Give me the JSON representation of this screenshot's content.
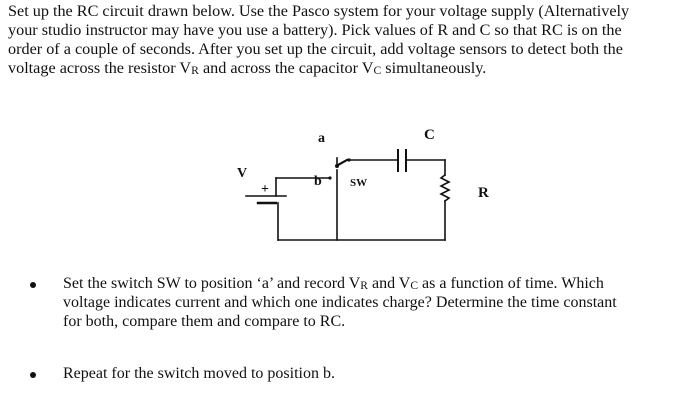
{
  "intro": {
    "lines": [
      "Set up the RC circuit drawn below. Use the Pasco system for your voltage supply (Alternatively",
      "your studio instructor may have you use a battery). Pick values of R and C so that RC is on the",
      "order of a couple of seconds. After you set up the circuit, add voltage sensors to detect both the"
    ],
    "line4_prefix": "voltage across the resistor V",
    "line4_sub_r": "R",
    "line4_mid": " and across the capacitor V",
    "line4_sub_c": "C",
    "line4_suffix": " simultaneously."
  },
  "circuit": {
    "label_a": "a",
    "label_b": "b",
    "label_sw": "SW",
    "label_c": "C",
    "label_v": "V",
    "label_plus": "+",
    "label_r": "R"
  },
  "bullets": {
    "item1": {
      "part1": "Set the switch SW to position ‘a’ and record V",
      "sub1": "R",
      "part2": " and V",
      "sub2": "C",
      "part3": " as a function of time. Which",
      "line2": "voltage indicates current and which one indicates charge?  Determine the time constant",
      "line3": "for both, compare them and compare to RC."
    },
    "item2": {
      "text": "Repeat for the switch moved to position b."
    }
  }
}
